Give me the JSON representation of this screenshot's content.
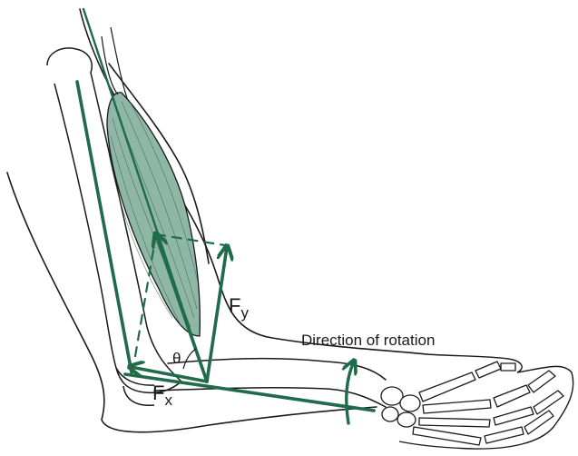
{
  "labels": {
    "fy": "F",
    "fy_sub": "y",
    "fx": "F",
    "fx_sub": "x",
    "theta": "θ",
    "rotation": "Direction of rotation"
  },
  "colors": {
    "vector": "#1f6b4a",
    "muscle_fill": "#8fb7a6",
    "outline": "#1a1a1a",
    "background": "#ffffff"
  }
}
